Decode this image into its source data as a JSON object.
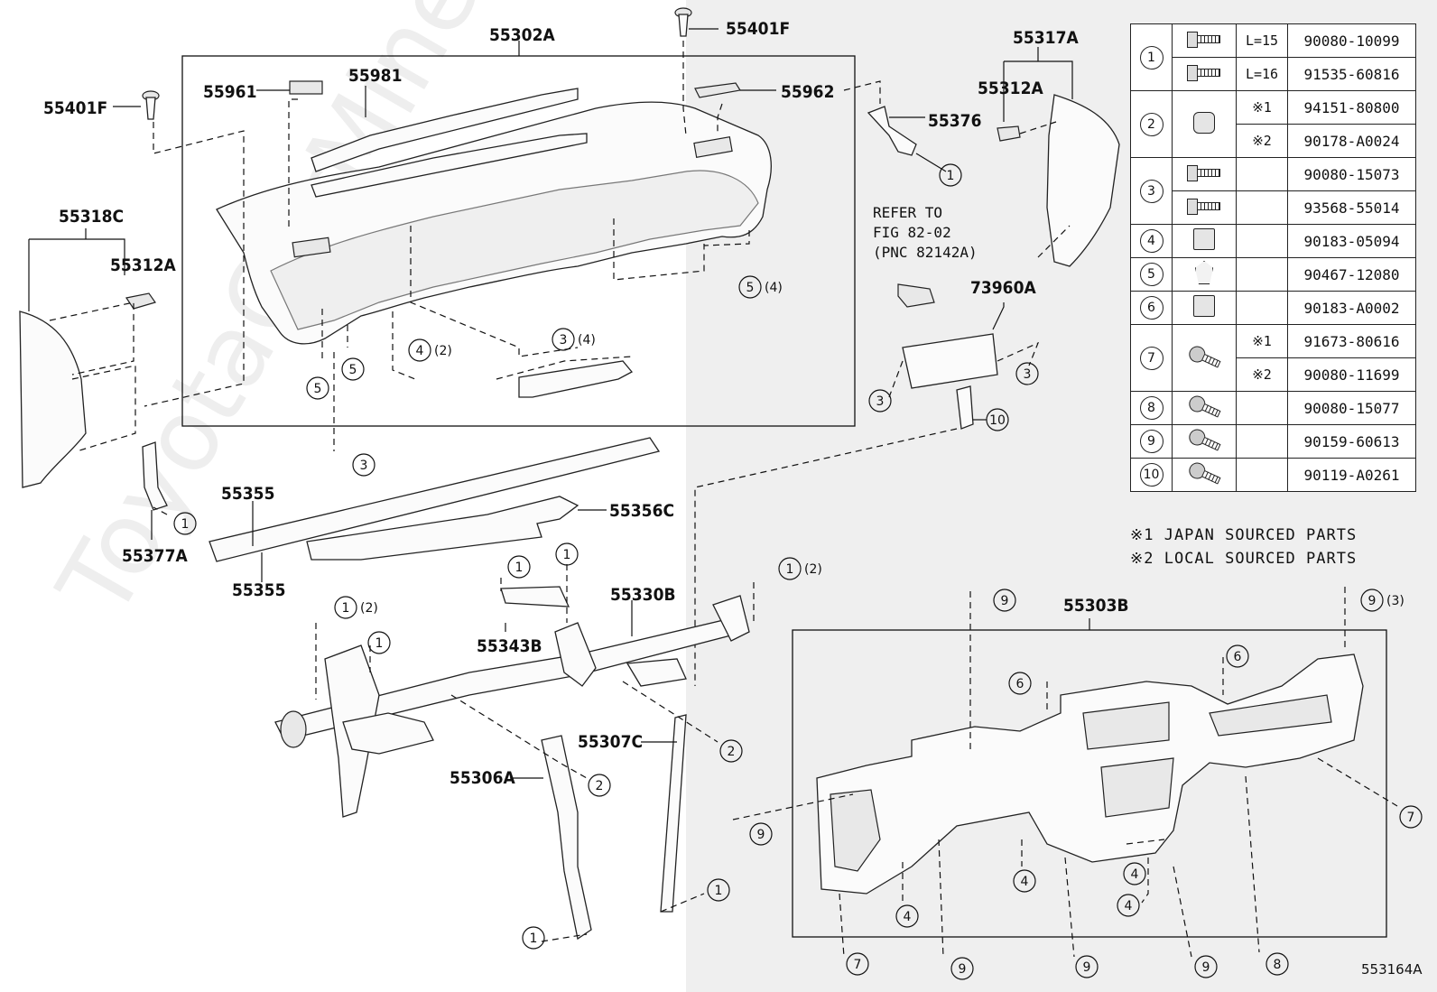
{
  "labels": {
    "p55302A": "55302A",
    "p55401F_top": "55401F",
    "p55401F_left": "55401F",
    "p55961": "55961",
    "p55981": "55981",
    "p55962": "55962",
    "p55318C": "55318C",
    "p55312A_left": "55312A",
    "p55317A": "55317A",
    "p55312A_right": "55312A",
    "p55376": "55376",
    "p73960A": "73960A",
    "p55355_a": "55355",
    "p55355_b": "55355",
    "p55356C": "55356C",
    "p55377A": "55377A",
    "p55343B": "55343B",
    "p55330B": "55330B",
    "p55307C": "55307C",
    "p55306A": "55306A",
    "p55303B": "55303B"
  },
  "refer_note": [
    "REFER TO",
    "FIG 82-02",
    "(PNC 82142A)"
  ],
  "callouts": {
    "c1_55376": "1",
    "c5_4": "5",
    "c5_4_qty": "(4)",
    "c3_4": "3",
    "c3_4_qty": "(4)",
    "c4_2": "4",
    "c4_2_qty": "(2)",
    "c5_a": "5",
    "c5_b": "5",
    "c3_a": "3",
    "c3_ecu_l": "3",
    "c3_ecu_r": "3",
    "c10": "10",
    "c1_377": "1",
    "c1_343a": "1",
    "c1_343b": "1",
    "c1_2_right": "1",
    "c1_2_right_qty": "(2)",
    "c1_2_left": "1",
    "c1_2_left_qty": "(2)",
    "c1_left": "1",
    "c2_a": "2",
    "c2_b": "2",
    "c9_top": "9",
    "c9_3": "9",
    "c9_3_qty": "(3)",
    "c6_a": "6",
    "c6_b": "6",
    "c7_r": "7",
    "c9_left": "9",
    "c1_307": "1",
    "c1_306": "1",
    "c4_a": "4",
    "c4_b": "4",
    "c4_c": "4",
    "c4_d": "4",
    "c7_b": "7",
    "c9_b1": "9",
    "c9_b2": "9",
    "c9_b3": "9",
    "c8_b": "8"
  },
  "fastener_table": [
    {
      "no": "1",
      "icon": "flange-bolt-icon",
      "size": "L=15",
      "note": "",
      "part": "90080-10099"
    },
    {
      "no": "",
      "icon": "flange-bolt-icon",
      "size": "L=16",
      "note": "",
      "part": "91535-60816"
    },
    {
      "no": "2",
      "icon": "nut-icon",
      "size": "",
      "note": "※1",
      "part": "94151-80800"
    },
    {
      "no": "",
      "icon": "",
      "size": "",
      "note": "※2",
      "part": "90178-A0024"
    },
    {
      "no": "3",
      "icon": "flange-bolt-icon",
      "size": "",
      "note": "",
      "part": "90080-15073"
    },
    {
      "no": "",
      "icon": "pan-head-bolt-icon",
      "size": "",
      "note": "",
      "part": "93568-55014"
    },
    {
      "no": "4",
      "icon": "clip-nut-icon",
      "size": "",
      "note": "",
      "part": "90183-05094"
    },
    {
      "no": "5",
      "icon": "clip-icon",
      "size": "",
      "note": "",
      "part": "90467-12080"
    },
    {
      "no": "6",
      "icon": "clip-nut-icon",
      "size": "",
      "note": "",
      "part": "90183-A0002"
    },
    {
      "no": "7",
      "icon": "screw-icon",
      "size": "",
      "note": "※1",
      "part": "91673-80616"
    },
    {
      "no": "",
      "icon": "",
      "size": "",
      "note": "※2",
      "part": "90080-11699"
    },
    {
      "no": "8",
      "icon": "screw-icon",
      "size": "",
      "note": "",
      "part": "90080-15077"
    },
    {
      "no": "9",
      "icon": "screw-icon",
      "size": "",
      "note": "",
      "part": "90159-60613"
    },
    {
      "no": "10",
      "icon": "screw-icon",
      "size": "",
      "note": "",
      "part": "90119-A0261"
    }
  ],
  "notes": [
    "※1 JAPAN SOURCED PARTS",
    "※2 LOCAL SOURCED PARTS"
  ],
  "figure_code": "553164A",
  "watermark": "ToyotaCarMine.ru"
}
